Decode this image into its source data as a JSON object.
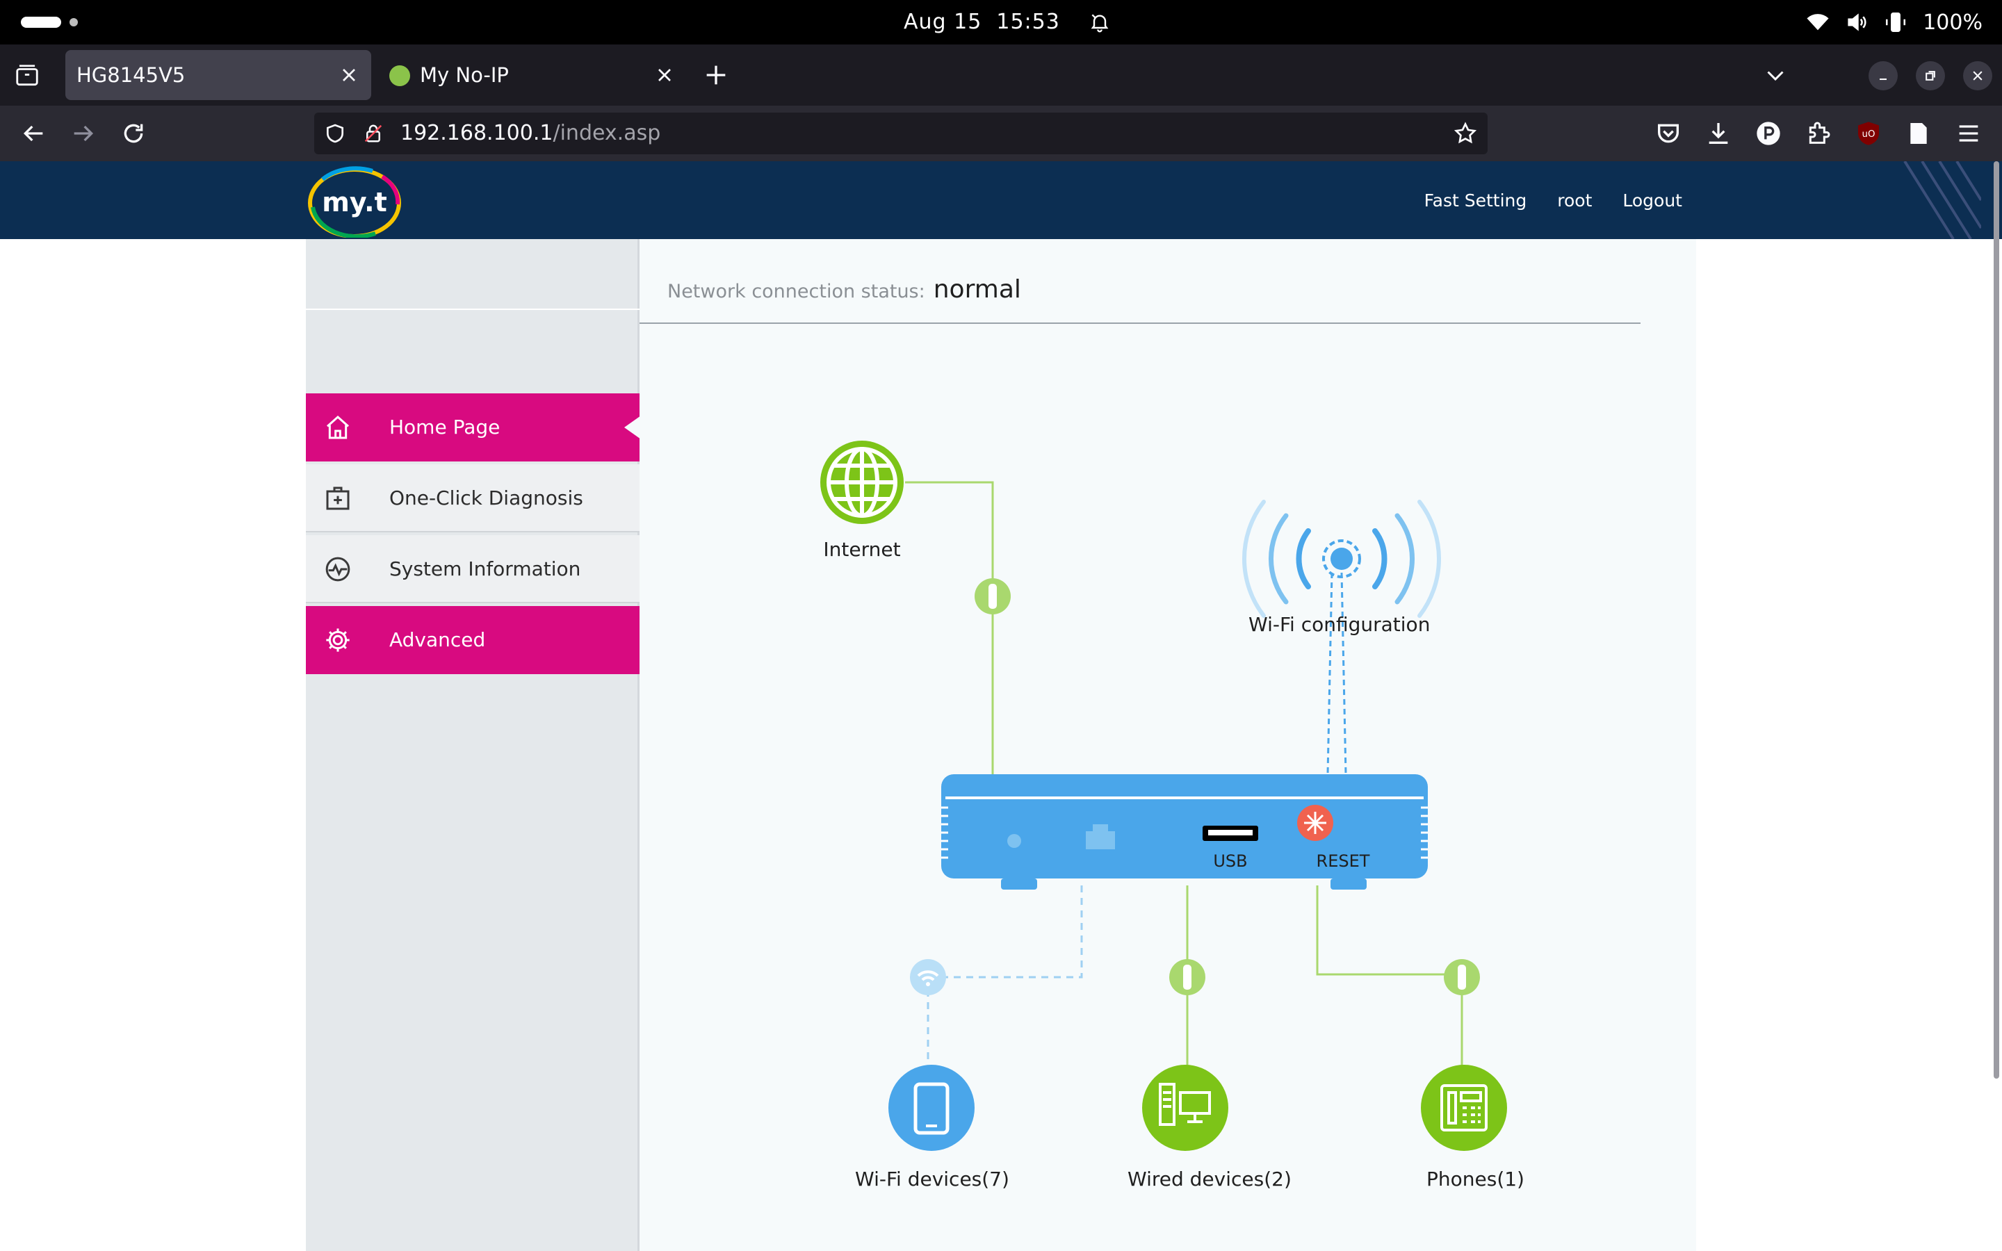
{
  "os_bar": {
    "date": "Aug 15",
    "time": "15:53",
    "battery": "100%"
  },
  "browser": {
    "tabs": [
      {
        "title": "HG8145V5",
        "active": true
      },
      {
        "title": "My No-IP",
        "active": false
      }
    ],
    "url": {
      "host": "192.168.100.1",
      "path": "/index.asp"
    }
  },
  "header": {
    "logo_text": "my.t",
    "nav": [
      "Fast Setting",
      "root",
      "Logout"
    ]
  },
  "sidebar": {
    "items": [
      {
        "label": "Home Page",
        "icon": "home-icon",
        "active": true
      },
      {
        "label": "One-Click Diagnosis",
        "icon": "first-aid-icon",
        "active": false
      },
      {
        "label": "System Information",
        "icon": "pulse-icon",
        "active": false
      },
      {
        "label": "Advanced",
        "icon": "gear-icon",
        "active": false,
        "highlight": true
      }
    ]
  },
  "status": {
    "label": "Network connection status:",
    "value": "normal"
  },
  "diagram": {
    "internet_label": "Internet",
    "wifi_config_label": "Wi-Fi configuration",
    "router_usb_label": "USB",
    "router_reset_label": "RESET",
    "devices": [
      {
        "label": "Wi-Fi devices(7)",
        "icon": "tablet-icon",
        "color": "#4aa6ea"
      },
      {
        "label": "Wired devices(2)",
        "icon": "desktop-icon",
        "color": "#7dc418"
      },
      {
        "label": "Phones(1)",
        "icon": "phone-icon",
        "color": "#7dc418"
      }
    ]
  },
  "colors": {
    "header_bg": "#0c2e52",
    "accent_pink": "#d80a80",
    "router_blue": "#4aa6ea",
    "link_green": "#a9d86e",
    "reset_red": "#f0624f"
  }
}
